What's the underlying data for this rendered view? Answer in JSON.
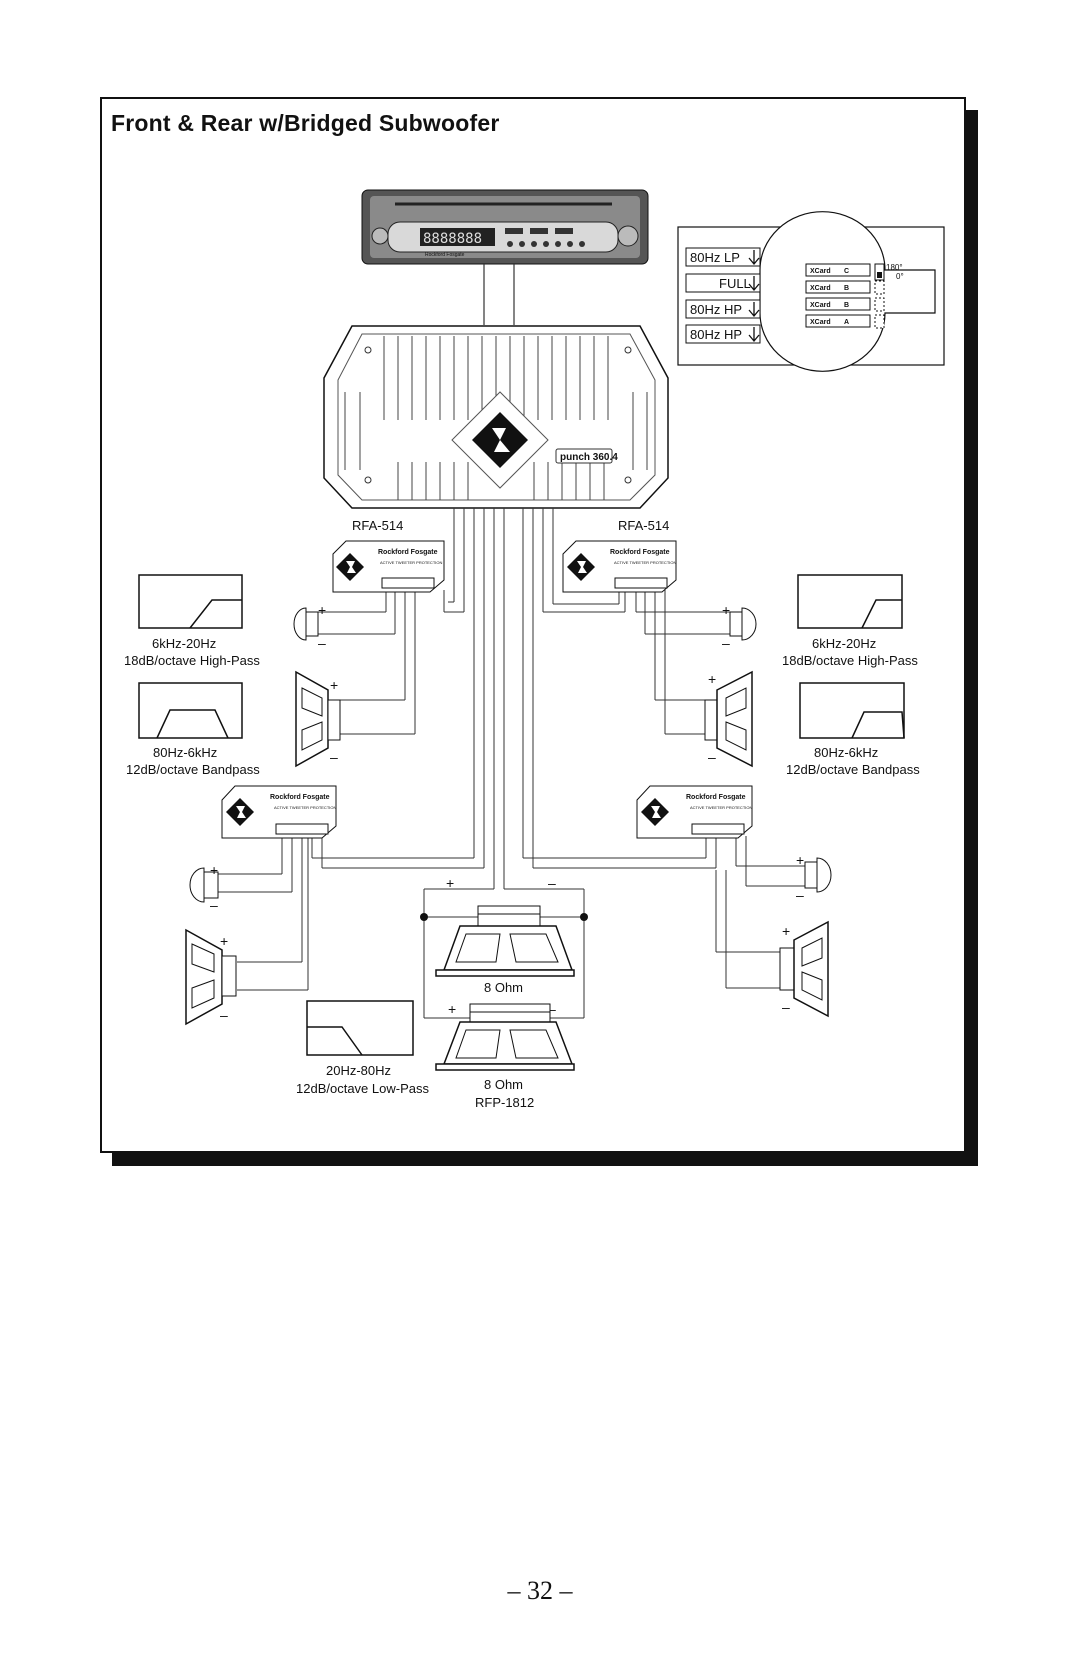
{
  "title": "Front & Rear w/Bridged Subwoofer",
  "source_unit": {
    "display_text": "8888888",
    "brand": "Rockford Fosgate"
  },
  "amplifier": {
    "logo": "Rockford Fosgate",
    "model": "punch 360.4"
  },
  "crossover_card_panel": {
    "settings": [
      "80Hz LP",
      "FULL",
      "80Hz HP",
      "80Hz HP"
    ],
    "cards": [
      {
        "label": "XCard",
        "slot": "C"
      },
      {
        "label": "XCard",
        "slot": "B"
      },
      {
        "label": "XCard",
        "slot": "B"
      },
      {
        "label": "XCard",
        "slot": "A"
      }
    ],
    "phase_high": "180°",
    "phase_low": "0°"
  },
  "crossovers": {
    "left_label": "RFA-514",
    "right_label": "RFA-514",
    "unit_text": "ACTIVE TWEETER PROTECTION",
    "brand": "Rockford Fosgate"
  },
  "filters": {
    "tweeter_left": {
      "range": "6kHz-20Hz",
      "description": "18dB/octave High-Pass"
    },
    "tweeter_right": {
      "range": "6kHz-20Hz",
      "description": "18dB/octave High-Pass"
    },
    "mid_left": {
      "range": "80Hz-6kHz",
      "description": "12dB/octave Bandpass"
    },
    "mid_right": {
      "range": "80Hz-6kHz",
      "description": "12dB/octave Bandpass"
    },
    "sub": {
      "range": "20Hz-80Hz",
      "description": "12dB/octave Low-Pass"
    }
  },
  "polarity": {
    "plus": "+",
    "minus": "–"
  },
  "subwoofers": {
    "upper_impedance": "8 Ohm",
    "lower_impedance": "8 Ohm",
    "model": "RFP-1812"
  },
  "page_number": "– 32 –"
}
